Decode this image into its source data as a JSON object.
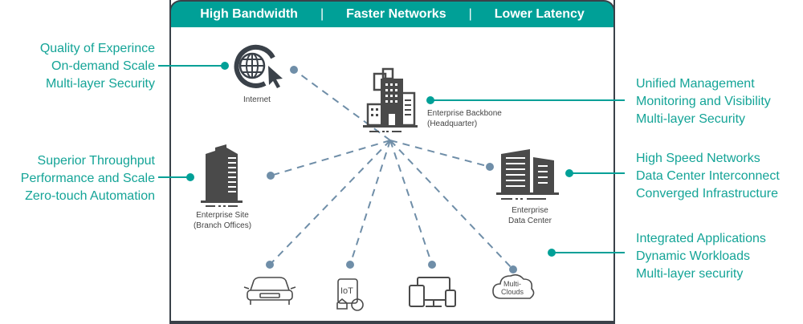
{
  "header": {
    "items": [
      "High Bandwidth",
      "Faster Networks",
      "Lower Latency"
    ],
    "separator": "|"
  },
  "colors": {
    "accent": "#00a097",
    "callout_text": "#14a497",
    "frame": "#3a4149",
    "dashed_line": "#6f8ea8",
    "icon": "#4a4a4a"
  },
  "callouts": {
    "internet": [
      "Quality of Experince",
      "On-demand Scale",
      "Multi-layer Security"
    ],
    "branch": [
      "Superior Throughput",
      "Performance and Scale",
      "Zero-touch Automation"
    ],
    "backbone": [
      "Unified Management",
      "Monitoring and Visibility",
      "Multi-layer Security"
    ],
    "datacenter": [
      "High Speed Networks",
      "Data Center Interconnect",
      "Converged Infrastructure"
    ],
    "cloud": [
      "Integrated Applications",
      "Dynamic Workloads",
      "Multi-layer security"
    ]
  },
  "nodes": {
    "internet": {
      "label": "Internet",
      "icon": "globe-cursor-icon"
    },
    "backbone": {
      "label_line1": "Enterprise Backbone",
      "label_line2": "(Headquarter)",
      "icon": "office-buildings-icon"
    },
    "branch": {
      "label_line1": "Enterprise Site",
      "label_line2": "(Branch Offices)",
      "icon": "office-tower-icon"
    },
    "datacenter": {
      "label_line1": "Enterprise",
      "label_line2": "Data Center",
      "icon": "data-center-building-icon"
    },
    "car": {
      "icon": "car-icon"
    },
    "iot": {
      "text": "IoT",
      "icon": "iot-device-icon"
    },
    "devices": {
      "icon": "devices-icon"
    },
    "cloud": {
      "text_line1": "Multi-",
      "text_line2": "Clouds",
      "icon": "cloud-icon"
    }
  }
}
